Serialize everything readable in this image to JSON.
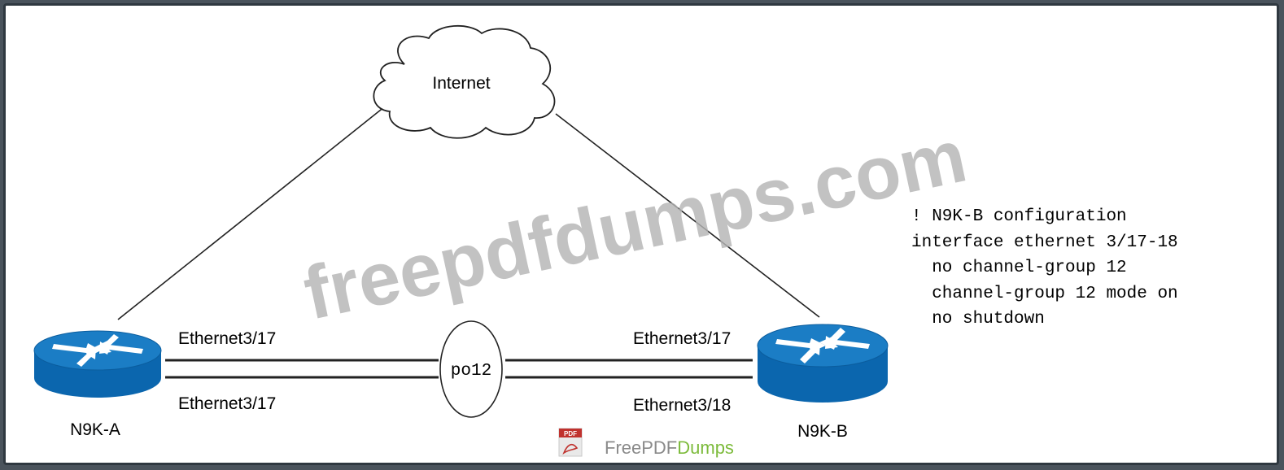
{
  "cloud_label": "Internet",
  "switch_a": {
    "label": "N9K-A",
    "icon": "nexus-switch-icon"
  },
  "switch_b": {
    "label": "N9K-B",
    "icon": "nexus-switch-icon"
  },
  "bundle_label": "po12",
  "links": {
    "a_top": "Ethernet3/17",
    "a_bottom": "Ethernet3/17",
    "b_top": "Ethernet3/17",
    "b_bottom": "Ethernet3/18"
  },
  "config_lines": [
    "! N9K-B configuration",
    "interface ethernet 3/17-18",
    "  no channel-group 12",
    "  channel-group 12 mode on",
    "  no shutdown"
  ],
  "watermark": "freepdfdumps.com",
  "brand": {
    "badge": "PDF",
    "part1": "FreePDF",
    "part2": "Dumps",
    "color1": "#8a8a8a",
    "color2": "#7dbb3c"
  },
  "colors": {
    "switch_top": "#1b7dc5",
    "switch_body": "#0b66ae",
    "frame": "#2f3840"
  }
}
